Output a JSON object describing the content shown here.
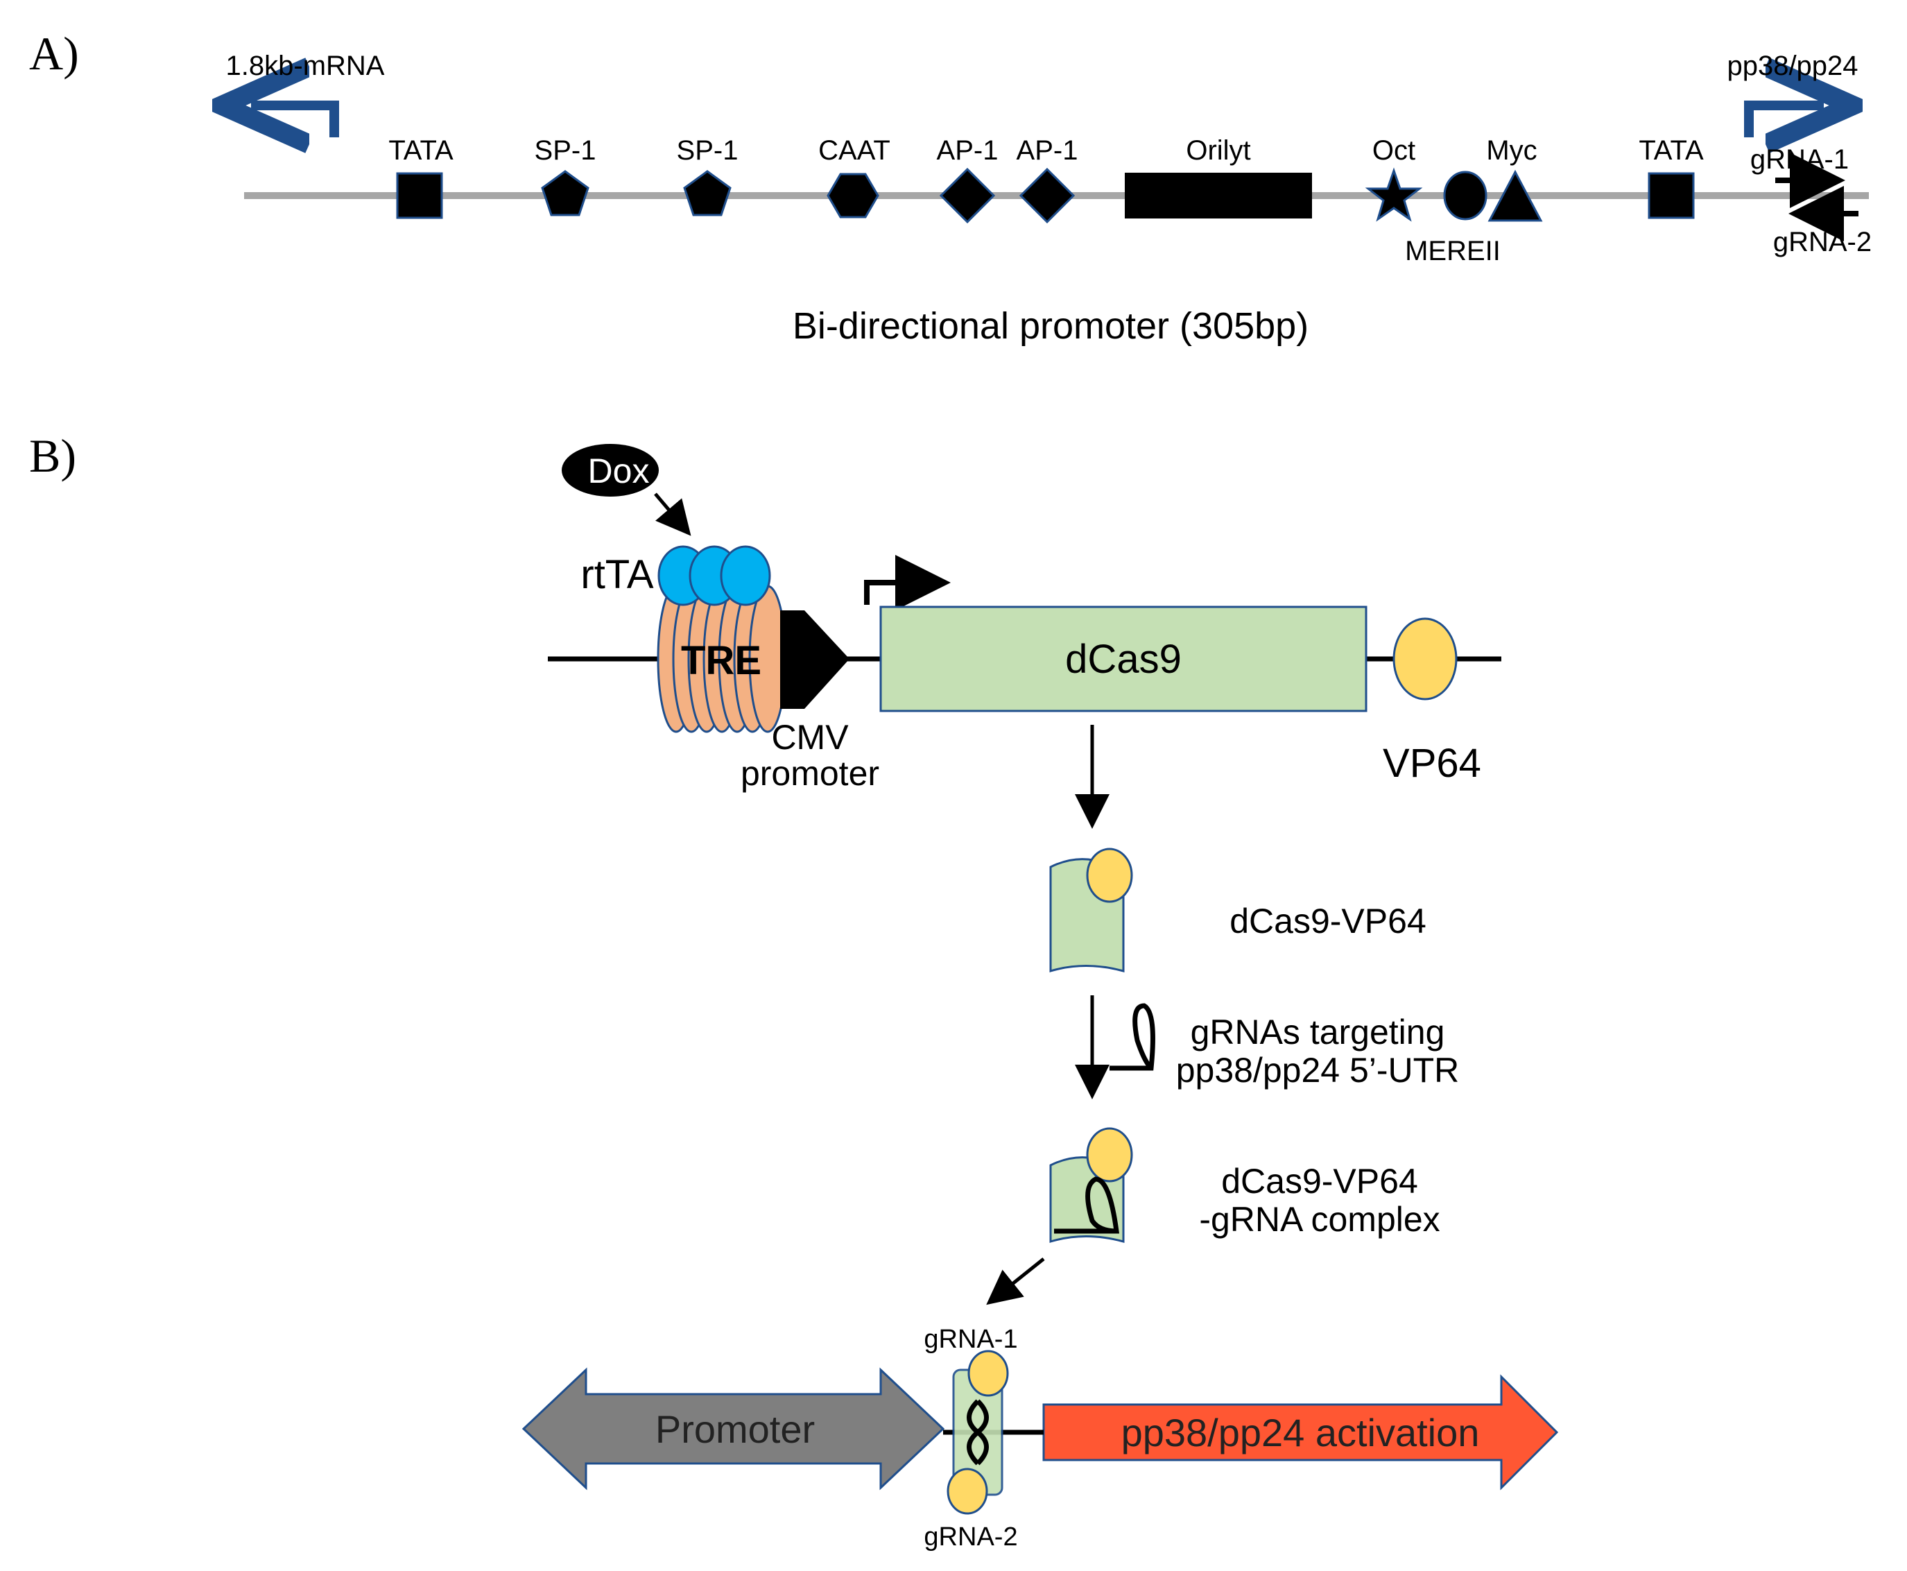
{
  "panel_a": {
    "label": "A)",
    "left_transcript": "1.8kb-mRNA",
    "right_transcript": "pp38/pp24",
    "sites": {
      "tata_left": "TATA",
      "sp1_a": "SP-1",
      "sp1_b": "SP-1",
      "caat": "CAAT",
      "ap1_a": "AP-1",
      "ap1_b": "AP-1",
      "orilyt": "Orilyt",
      "oct": "Oct",
      "myc": "Myc",
      "mereii": "MEREII",
      "tata_right": "TATA"
    },
    "grna1": "gRNA-1",
    "grna2": "gRNA-2",
    "caption": "Bi-directional promoter (305bp)"
  },
  "panel_b": {
    "label": "B)",
    "dox": "Dox",
    "rtta": "rtTA",
    "tre": "TRE",
    "cmv_line1": "CMV",
    "cmv_line2": "promoter",
    "dcas9": "dCas9",
    "vp64": "VP64",
    "fusion": "dCas9-VP64",
    "grna_line1": "gRNAs targeting",
    "grna_line2": "pp38/pp24 5’-UTR",
    "complex_line1": "dCas9-VP64",
    "complex_line2": "-gRNA complex",
    "grna1": "gRNA-1",
    "grna2": "gRNA-2",
    "promoter": "Promoter",
    "activation": "pp38/pp24 activation"
  },
  "colors": {
    "blue_outline": "#1f4e8c",
    "rtta_blue": "#00b0f0",
    "tre_orange": "#f4b183",
    "dcas9_green": "#c5e0b4",
    "vp64_yellow": "#ffd966",
    "promoter_gray": "#7f7f7f",
    "activation_red": "#ff5733",
    "line_gray": "#a6a6a6"
  }
}
